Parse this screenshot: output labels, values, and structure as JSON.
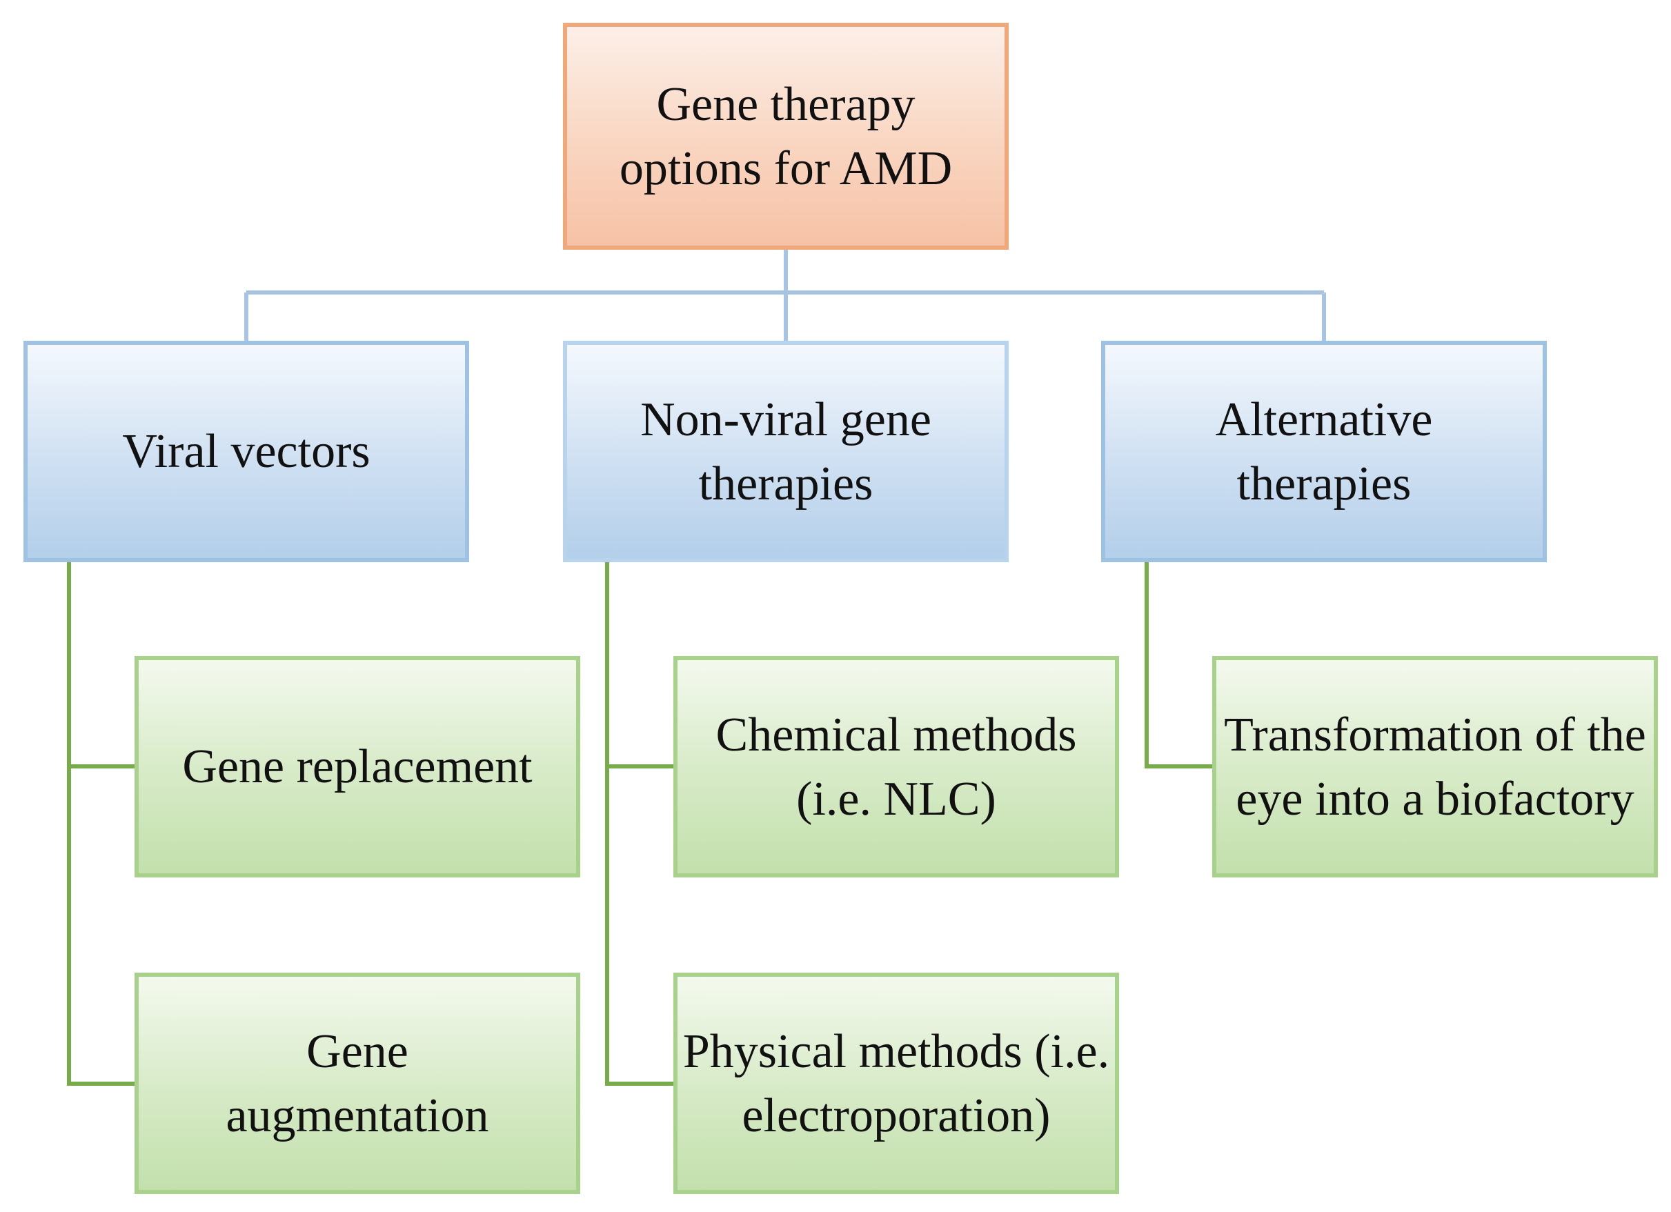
{
  "diagram": {
    "root": {
      "label": "Gene therapy options for AMD"
    },
    "categories": [
      {
        "label": "Viral vectors",
        "children": [
          {
            "label": "Gene replacement"
          },
          {
            "label": "Gene augmentation"
          }
        ]
      },
      {
        "label": "Non-viral gene therapies",
        "children": [
          {
            "label": "Chemical methods (i.e. NLC)"
          },
          {
            "label": "Physical methods (i.e. electroporation)"
          }
        ]
      },
      {
        "label": "Alternative therapies",
        "children": [
          {
            "label": "Transformation of the eye into a biofactory"
          }
        ]
      }
    ],
    "colors": {
      "root_border": "#f0a87a",
      "category_border": "#9fc2e2",
      "subitem_border": "#a8d18c",
      "root_connector": "#a7c5e3",
      "subitem_connector": "#78ab4a"
    }
  }
}
